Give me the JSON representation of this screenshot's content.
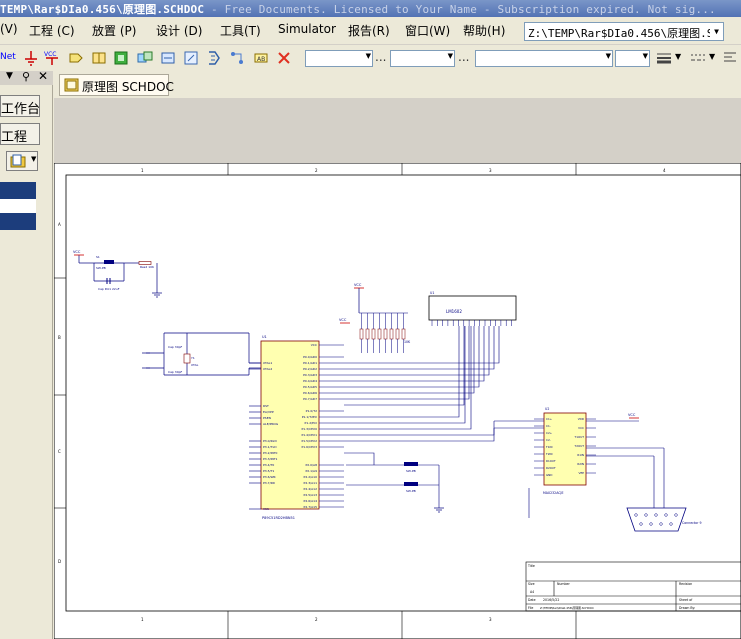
{
  "window": {
    "title_main": "TEMP\\Rar$DIa0.456\\原理图.SCHDOC",
    "title_rest": " - Free Documents. Licensed to Your Name - Subscription expired. Not sig..."
  },
  "menu": {
    "items": [
      "(V)",
      "工程 (C)",
      "放置 (P)",
      "设计 (D)",
      "工具(T)",
      "Simulator",
      "报告(R)",
      "窗口(W)",
      "帮助(H)"
    ]
  },
  "path_combo": {
    "value": "Z:\\TEMP\\Rar$DIa0.456\\原理图.SCH"
  },
  "toolbar": {
    "net_label": "Net",
    "vcc_label": "VCC",
    "combo_values": [
      "",
      "",
      "",
      ""
    ],
    "dots": "..."
  },
  "left_panel": {
    "buttons": [
      "工作台",
      "工程"
    ]
  },
  "document_tab": {
    "label": "原理图 SCHDOC"
  },
  "schematic": {
    "border_cols": [
      "1",
      "2",
      "3",
      "4"
    ],
    "border_rows": [
      "A",
      "B",
      "C",
      "D"
    ],
    "mcu": {
      "designator": "U1",
      "part": "P89C51RD2HBN51",
      "pins_left": [
        "XTAL1",
        "XTAL2",
        "RST",
        "EA/VPP",
        "PSEN",
        "ALE/PROG",
        "P3.0/RxD",
        "P3.1/TxD",
        "P3.2/INT0",
        "P3.3/INT1",
        "P3.4/T0",
        "P3.5/T1",
        "P3.6/WR",
        "P3.7/RD",
        "VSS"
      ],
      "pins_right": [
        "VCC",
        "P0.0/AD0",
        "P0.1/AD1",
        "P0.2/AD2",
        "P0.3/AD3",
        "P0.4/AD4",
        "P0.5/AD5",
        "P0.6/AD6",
        "P0.7/AD7",
        "P1.0/T2",
        "P1.1/T2EX",
        "P1.2/ECI",
        "P1.3/CEX0",
        "P1.4/CEX1",
        "P1.5/CEX2",
        "P1.6/CEX3",
        "P2.0/A8",
        "P2.1/A9",
        "P2.2/A10",
        "P2.3/A11",
        "P2.4/A12",
        "P2.5/A13",
        "P2.6/A14",
        "P2.7/A15"
      ]
    },
    "lcd": {
      "designator": "U1",
      "part": "LM1602"
    },
    "max232": {
      "designator": "U2",
      "part": "MAX232ACJE",
      "pins_left": [
        "C1+",
        "C1-",
        "C2+",
        "C2-",
        "T1IN",
        "T2IN",
        "R1OUT",
        "R2OUT",
        "GND"
      ],
      "pins_right": [
        "VDD",
        "VCC",
        "T1OUT",
        "T2OUT",
        "R1IN",
        "R2IN",
        "VEE"
      ]
    },
    "crystal": {
      "designator": "Y1",
      "part": "XTAL"
    },
    "caps": {
      "c1": "Cap 30pF",
      "c2": "Cap 30pF",
      "ce": "Cap Pol1 22uF"
    },
    "reset": {
      "switch": "SW-PB",
      "res": "Res2 10K"
    },
    "keys": [
      "SW-PB",
      "SW-PB"
    ],
    "connector": "Connector 9",
    "rpack": "10K",
    "vcc_label": "VCC",
    "title_block": {
      "title": "Title",
      "size_label": "Size",
      "size_value": "A4",
      "number_label": "Number",
      "revision_label": "Revision",
      "date_label": "Date",
      "date_value": "2016/5/22",
      "sheet_label": "Sheet   of",
      "file_label": "File",
      "file_value": "Z:\\TEMP\\Rar$DIa0.456\\原理图.SCHDOC",
      "drawn_label": "Drawn By:"
    }
  },
  "colors": {
    "title_bg": "#5272b4",
    "sheet_bg": "#ffffff",
    "wire": "#000080",
    "part_fill": "#ffffb0",
    "part_stroke": "#800000",
    "workspace_bg": "#d4d0c8"
  }
}
